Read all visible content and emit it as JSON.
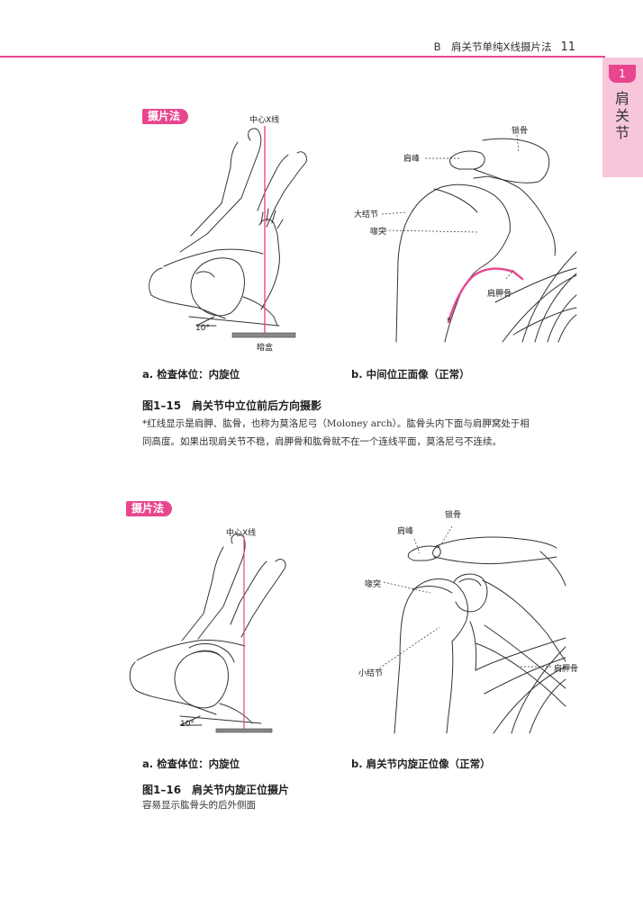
{
  "header": {
    "section": "B　肩关节单纯X线摄片法",
    "page_number": "11"
  },
  "side_tab": {
    "number": "1",
    "text": "肩关节"
  },
  "colors": {
    "accent": "#e8468f",
    "tab_bg": "#f7c6da"
  },
  "figure15": {
    "tag": "摄片法",
    "left_labels": {
      "center_line": "中心X线",
      "angle": "10°",
      "cassette": "暗盒"
    },
    "right_labels": {
      "clavicle": "锁骨",
      "acromion": "肩峰",
      "greater_tubercle": "大结节",
      "coracoid": "喙突",
      "scapula": "肩胛骨",
      "asterisk": "*"
    },
    "caption_a": "a. 检查体位：内旋位",
    "caption_b": "b. 中间位正面像（正常）",
    "title": "图1–15　肩关节中立位前后方向摄影",
    "note_line1": "*红线显示是肩胛、肱骨，也称为莫洛尼弓（Moloney arch）。肱骨头内下面与肩胛窝处于相",
    "note_line2": "同高度。如果出现肩关节不稳，肩胛骨和肱骨就不在一个连线平面，莫洛尼弓不连续。"
  },
  "figure16": {
    "tag": "摄片法",
    "left_labels": {
      "center_line": "中心X线",
      "angle": "10°"
    },
    "right_labels": {
      "clavicle": "锁骨",
      "acromion": "肩峰",
      "coracoid": "喙突",
      "lesser_tubercle": "小结节",
      "scapula": "肩胛骨"
    },
    "caption_a": "a. 检查体位：内旋位",
    "caption_b": "b. 肩关节内旋正位像（正常）",
    "title": "图1–16　肩关节内旋正位摄片",
    "note": "容易显示肱骨头的后外侧面"
  }
}
